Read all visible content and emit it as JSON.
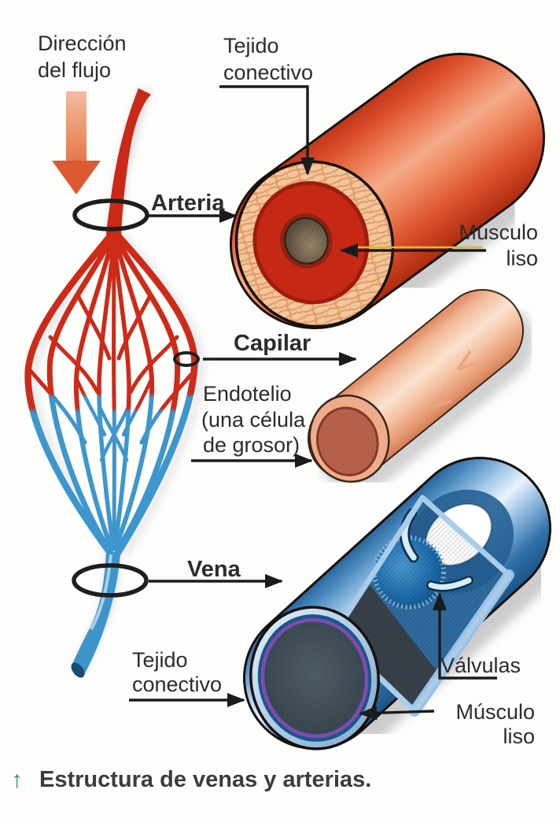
{
  "figure_caption": {
    "arrow_glyph": "↑",
    "text": "Estructura de venas y arterias."
  },
  "labels": {
    "direccion_flujo": {
      "line1": "Dirección",
      "line2": "del flujo"
    },
    "arteria": "Arteria",
    "tejido_conectivo_arteria": {
      "line1": "Tejido",
      "line2": "conectivo"
    },
    "musculo_liso_arteria": {
      "line1": "Músculo",
      "line2": "liso"
    },
    "capilar": "Capilar",
    "endotelio": {
      "line1": "Endotelio",
      "line2": "(una célula",
      "line3": "de grosor)"
    },
    "vena": "Vena",
    "tejido_conectivo_vena": {
      "line1": "Tejido",
      "line2": "conectivo"
    },
    "valvulas": "Válvulas",
    "musculo_liso_vena": {
      "line1": "Músculo",
      "line2": "liso"
    }
  },
  "colors": {
    "artery_red": "#CB2817",
    "vein_blue": "#3E94CB",
    "capillary_peach": "#F2B896",
    "connective_tissue_tan": "#F5C69C",
    "valve_purple_ring": "#8748A8",
    "flow_arrow_orange": "#E97C4E",
    "caption_arrow_green": "#1F9C50",
    "label_text": "#2C2C2C"
  }
}
